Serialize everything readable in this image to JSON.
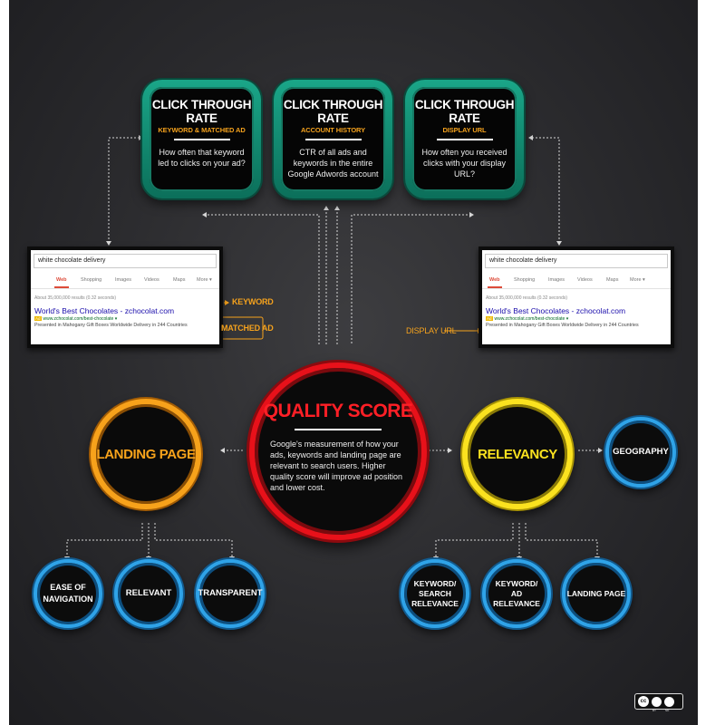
{
  "ctr_boxes": [
    {
      "title": "CLICK THROUGH RATE",
      "subtitle": "KEYWORD & MATCHED AD",
      "desc": "How often that keyword led to clicks on your ad?"
    },
    {
      "title": "CLICK THROUGH RATE",
      "subtitle": "ACCOUNT HISTORY",
      "desc": "CTR of all ads and keywords in the entire Google Adwords account"
    },
    {
      "title": "CLICK THROUGH RATE",
      "subtitle": "DISPLAY URL",
      "desc": "How often you received clicks with your display URL?"
    }
  ],
  "serp": {
    "query": "white chocolate delivery",
    "tabs": [
      "Web",
      "Shopping",
      "Images",
      "Videos",
      "Maps",
      "More ▾"
    ],
    "count": "About 35,000,000 results (0.32 seconds)",
    "ad_title": "World's Best Chocolates - zchocolat.com",
    "ad_tag": "Ad",
    "ad_url": "www.zchocolat.com/best-chocolate ▾",
    "ad_desc": "Presented in Mahogany Gift Boxes Worldwide Delivery in 244 Countries"
  },
  "labels": {
    "keyword": "KEYWORD",
    "matched_ad": "MATCHED AD",
    "display_url": "DISPLAY URL"
  },
  "quality_score": {
    "title": "QUALITY SCORE",
    "desc": "Google's measurement of how your ads, keywords and landing page are relevant to search users. Higher quality score will improve ad position and lower cost."
  },
  "landing_page": {
    "title": "LANDING PAGE",
    "children": [
      "EASE OF NAVIGATION",
      "RELEVANT",
      "TRANSPARENT"
    ]
  },
  "relevancy": {
    "title": "RELEVANCY",
    "geography": "GEOGRAPHY",
    "children": [
      "KEYWORD/ SEARCH RELEVANCE",
      "KEYWORD/ AD RELEVANCE",
      "LANDING PAGE"
    ]
  },
  "license": {
    "cc": "cc",
    "by": "BY",
    "nd": "ND"
  },
  "colors": {
    "ctr_green": "#1aa688",
    "quality_red": "#e8111a",
    "landing_orange": "#f7a21b",
    "relevancy_yellow": "#fbe21f",
    "child_blue": "#2fa3e8",
    "accent_orange": "#f5a21d"
  }
}
